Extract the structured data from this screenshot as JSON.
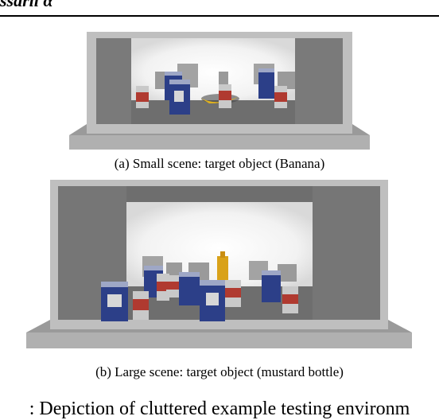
{
  "header_fragment": "ssarii α",
  "figure_a": {
    "caption": "(a) Small scene: target object (Banana)"
  },
  "figure_b": {
    "caption": "(b) Large scene: target object (mustard bottle)"
  },
  "main_caption_fragment": ": Depiction of cluttered example testing environm",
  "colors": {
    "wall_gray": "#6d6d6d",
    "frame_light": "#bdbdbd",
    "floor": "#a9a9a9",
    "can_blue": "#2c3f88",
    "can_red": "#b03a30",
    "mustard": "#d9a21a",
    "banana": "#e0b21e"
  }
}
